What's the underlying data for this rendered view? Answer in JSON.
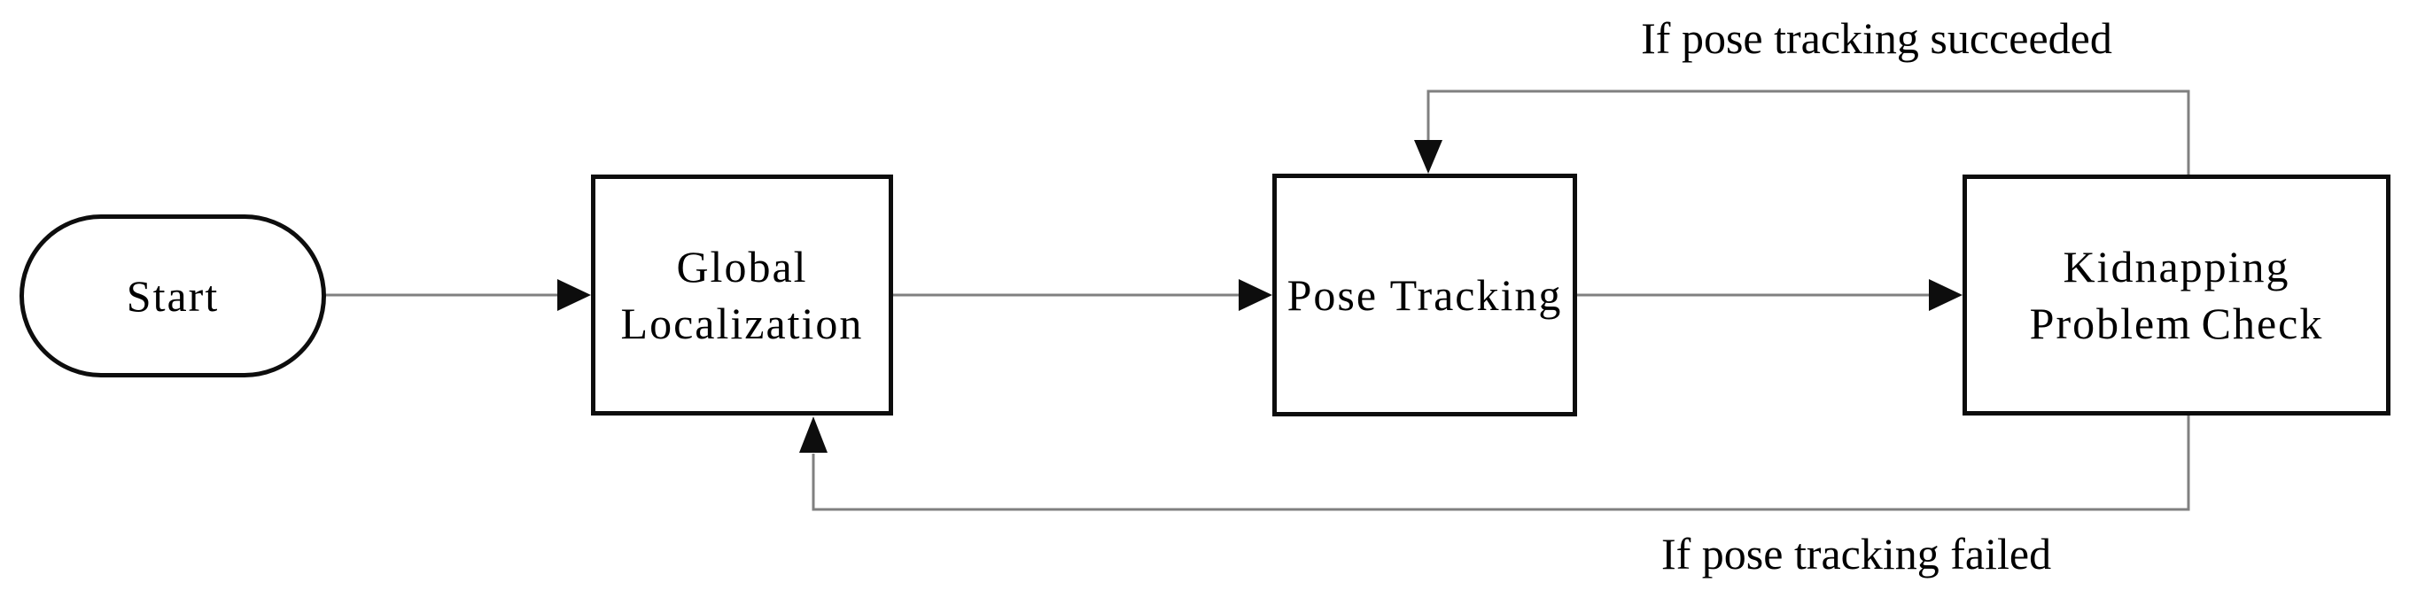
{
  "flowchart": {
    "nodes": {
      "start": {
        "shape": "terminator",
        "lines": [
          "Start"
        ]
      },
      "global_localization": {
        "shape": "process",
        "lines": [
          "Global",
          "Localization"
        ]
      },
      "pose_tracking": {
        "shape": "process",
        "lines": [
          "Pose Tracking"
        ]
      },
      "kidnapping_problem_check": {
        "shape": "process",
        "lines": [
          "Kidnapping",
          "Problem Check"
        ]
      }
    },
    "edges": [
      {
        "from": "start",
        "to": "global_localization",
        "label": ""
      },
      {
        "from": "global_localization",
        "to": "pose_tracking",
        "label": ""
      },
      {
        "from": "pose_tracking",
        "to": "kidnapping_problem_check",
        "label": ""
      },
      {
        "from": "kidnapping_problem_check",
        "to": "pose_tracking",
        "label": "If pose tracking succeeded"
      },
      {
        "from": "kidnapping_problem_check",
        "to": "global_localization",
        "label": "If pose tracking failed"
      }
    ],
    "colors": {
      "background": "#ffffff",
      "node_border": "#0d0d0d",
      "connector": "#808080",
      "arrowhead": "#0d0d0d",
      "text": "#000000"
    }
  }
}
